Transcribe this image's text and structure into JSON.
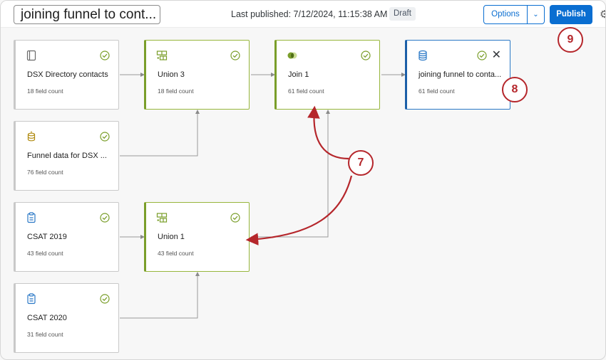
{
  "header": {
    "title": "joining funnel to cont...",
    "published": "Last published: 7/12/2024, 11:15:38 AM",
    "status": "Draft",
    "options_label": "Options",
    "publish_label": "Publish"
  },
  "nodes": [
    {
      "name": "DSX Directory contacts",
      "count": "18 field count",
      "icon": "directory-icon"
    },
    {
      "name": "Union 3",
      "count": "18 field count",
      "icon": "union-icon"
    },
    {
      "name": "Join 1",
      "count": "61 field count",
      "icon": "join-icon"
    },
    {
      "name": "joining funnel to conta...",
      "count": "61 field count",
      "icon": "database-icon"
    },
    {
      "name": "Funnel data for DSX ...",
      "count": "76 field count",
      "icon": "dataset-icon"
    },
    {
      "name": "CSAT 2019",
      "count": "43 field count",
      "icon": "survey-icon"
    },
    {
      "name": "Union 1",
      "count": "43 field count",
      "icon": "union-icon"
    },
    {
      "name": "CSAT 2020",
      "count": "31 field count",
      "icon": "survey-icon"
    }
  ],
  "callouts": [
    "7",
    "8",
    "9"
  ],
  "colors": {
    "accent": "#0a6ed1",
    "success": "#7a9e2a",
    "callout": "#b5262b"
  }
}
